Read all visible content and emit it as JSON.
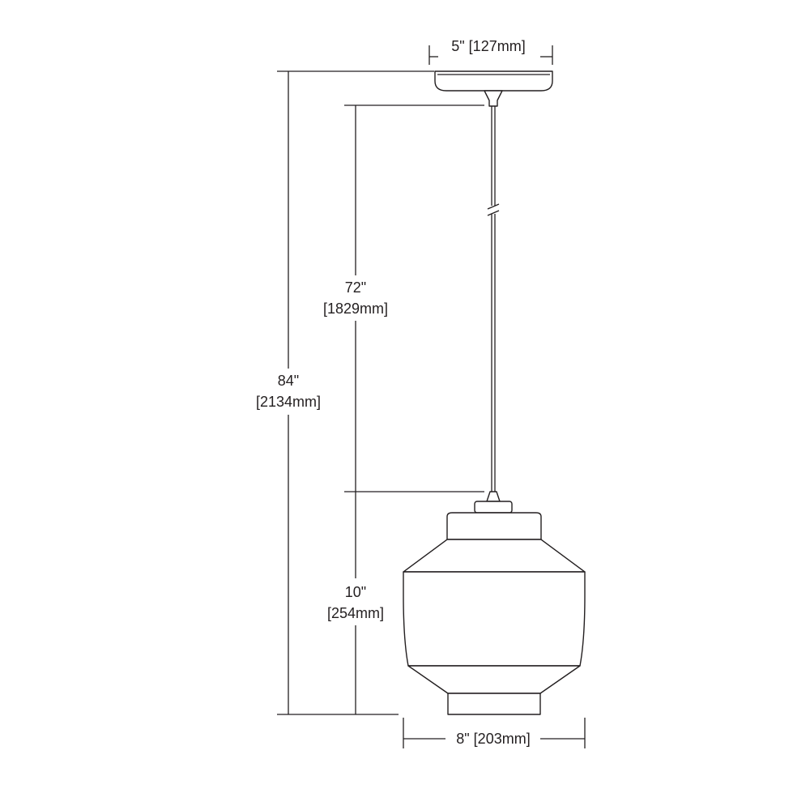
{
  "dimensions": {
    "canopy_width": "5\" [127mm]",
    "overall_height_in": "84\"",
    "overall_height_mm": "[2134mm]",
    "cord_length_in": "72\"",
    "cord_length_mm": "[1829mm]",
    "shade_height_in": "10\"",
    "shade_height_mm": "[254mm]",
    "shade_width": "8\" [203mm]"
  },
  "colors": {
    "line": "#231f20",
    "background": "#ffffff"
  }
}
